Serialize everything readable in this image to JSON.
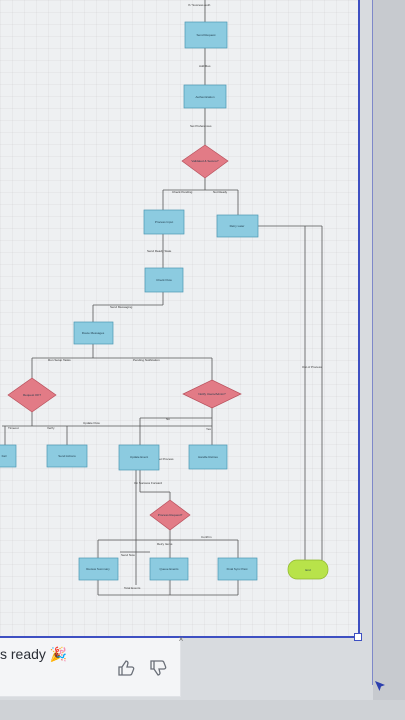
{
  "flowchart": {
    "top_label": "If / Success Auth",
    "nodes": {
      "n1": "Send Request",
      "n2": "Authentication",
      "d1": "Validated & Secure?",
      "n3": "Process Input",
      "n4": "Retry Later",
      "n5": "Check Flow",
      "n6": "Route Messages",
      "d2": "Request OK?",
      "d3": "Notify Users/Admin?",
      "n7": "Fail",
      "n8": "Send Actions",
      "n9": "Update Event",
      "n10": "Handle Retries",
      "d4": "Process Request?",
      "n11": "Review Summary",
      "n12": "Queue Events",
      "n13": "Final Sync Past",
      "end": "End"
    },
    "edge_labels": {
      "e1": "Add Res",
      "e2": "Set Preferences",
      "e3": "Check Pending",
      "e4": "Not Ready",
      "e5": "Send Ready State",
      "e6": "Send Messaging",
      "e7": "Run Setup Tasks",
      "e8": "Pending Notification",
      "e9": "Out of Process",
      "e10": "Timeout",
      "e11": "Verify",
      "e12": "Update Flow",
      "e13": "No",
      "e14": "Yes",
      "e15": "Get Process",
      "e16": "On Success Forward",
      "e17": "Retry Items",
      "e18": "Confirm",
      "e19": "Send Now",
      "e20": "Total Events"
    }
  },
  "chat": {
    "status_text": "s ready 🎉",
    "close_icon": "×"
  },
  "colors": {
    "process": "#8ccbe0",
    "decision": "#e27b86",
    "terminal": "#b8e34a",
    "frame": "#3d4fc2"
  }
}
